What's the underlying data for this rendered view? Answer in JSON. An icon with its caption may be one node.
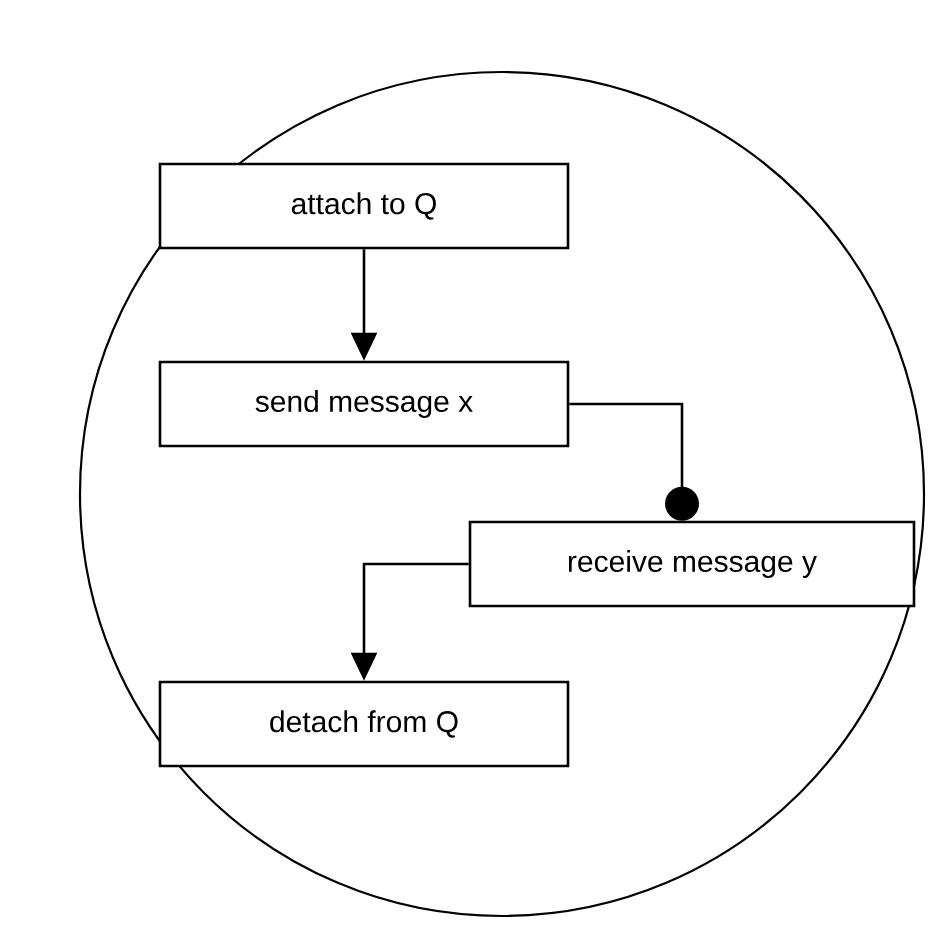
{
  "diagram": {
    "nodes": [
      {
        "text": [],
        "shape": "circle"
      },
      {
        "text": [
          "attach to Q"
        ],
        "in": 0
      },
      {
        "text": [
          "send message x"
        ],
        "in": 0
      },
      {
        "text": [
          "receive message y"
        ],
        "in": 0
      },
      {
        "text": [
          "detach from Q"
        ],
        "in": 0
      }
    ],
    "edges": [
      {
        "from": 1,
        "to": 2,
        "arrow": "to"
      },
      {
        "from": 2,
        "to": 3,
        "arrow": "other"
      },
      {
        "from": 3,
        "to": 4,
        "arrow": "to"
      }
    ]
  }
}
